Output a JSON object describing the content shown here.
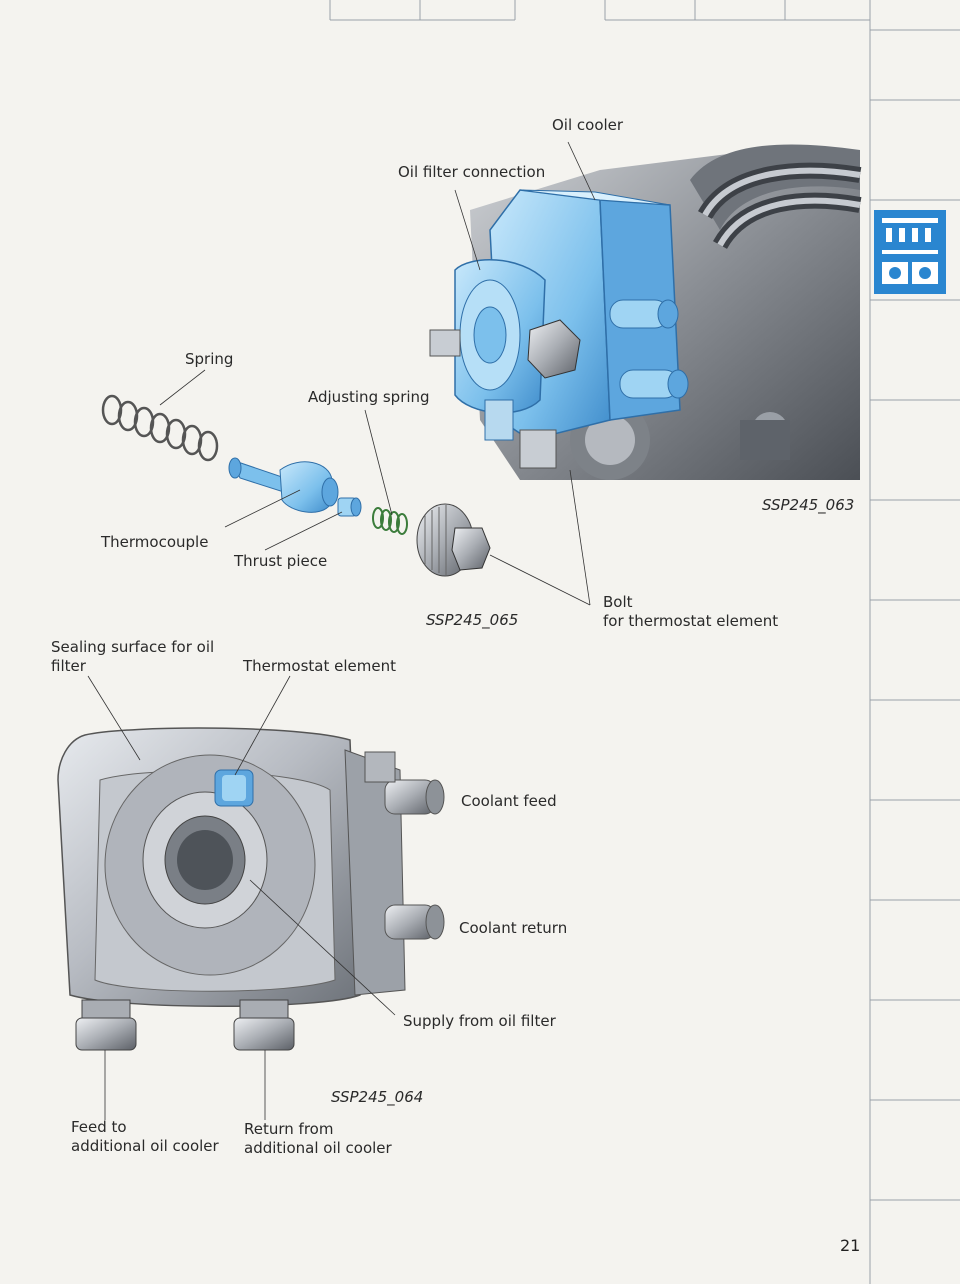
{
  "figures": [
    {
      "caption": "SSP245_063",
      "labels": [
        "Oil cooler",
        "Oil filter connection"
      ]
    },
    {
      "caption": "SSP245_065",
      "labels": [
        "Spring",
        "Adjusting spring",
        "Thermocouple",
        "Thrust piece",
        "Bolt",
        "for thermostat element"
      ]
    },
    {
      "caption": "SSP245_064",
      "labels": [
        "Sealing surface for oil",
        "filter",
        "Thermostat element",
        "Coolant feed",
        "Coolant return",
        "Supply from oil filter",
        "Feed to",
        "additional oil cooler",
        "Return from",
        "additional oil cooler"
      ]
    }
  ],
  "page_number": "21",
  "colors": {
    "accent_blue": "#1e78c8",
    "part_blue": "#8ec9ee",
    "sidebar_tab": "#2a86d0"
  }
}
